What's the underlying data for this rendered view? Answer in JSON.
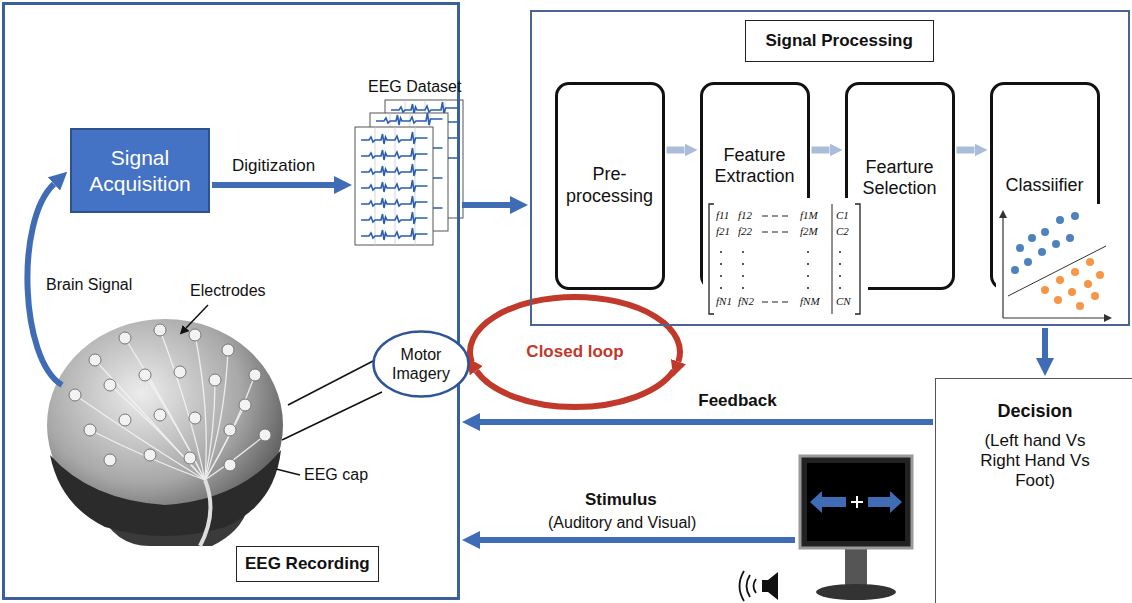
{
  "diagram": {
    "nodes": [
      {
        "text": [
          "EEG Recording"
        ]
      },
      {
        "text": [
          "Signal Acquisition"
        ],
        "in": 0
      },
      {
        "text": [
          "Motor Imagery"
        ],
        "in": 0
      },
      {
        "text": [
          "Signal Processing"
        ]
      },
      {
        "text": [
          "Pre-processing"
        ],
        "in": 3
      },
      {
        "text": [
          "Feature Extraction"
        ],
        "in": 3
      },
      {
        "text": [
          "Fearture Selection"
        ],
        "in": 3
      },
      {
        "text": [
          "Classiifier"
        ],
        "in": 3
      },
      {
        "text": [
          "Decision",
          "(Left hand Vs Right Hand Vs Foot)"
        ]
      }
    ],
    "edges": [
      {
        "from": 0,
        "to": 3,
        "arrow": "to"
      },
      {
        "from": 4,
        "to": 5,
        "arrow": "to"
      },
      {
        "from": 5,
        "to": 6,
        "arrow": "to"
      },
      {
        "from": 6,
        "to": 7,
        "arrow": "to"
      },
      {
        "from": 3,
        "to": 8,
        "arrow": "to"
      },
      {
        "from": 8,
        "to": 0,
        "label": "Feedback",
        "arrow": "to"
      }
    ],
    "labels": [
      "EEG Dataset",
      "Digitization",
      "Brain Signal",
      "Electrodes",
      "EEG cap",
      "Closed loop",
      "Stimulus",
      "(Auditory and Visual)",
      "f11",
      "f12",
      "f1M",
      "C1",
      "f21",
      "f22",
      "f2M",
      "C2",
      "fN1",
      "fN2",
      "fNM",
      "CN"
    ]
  }
}
